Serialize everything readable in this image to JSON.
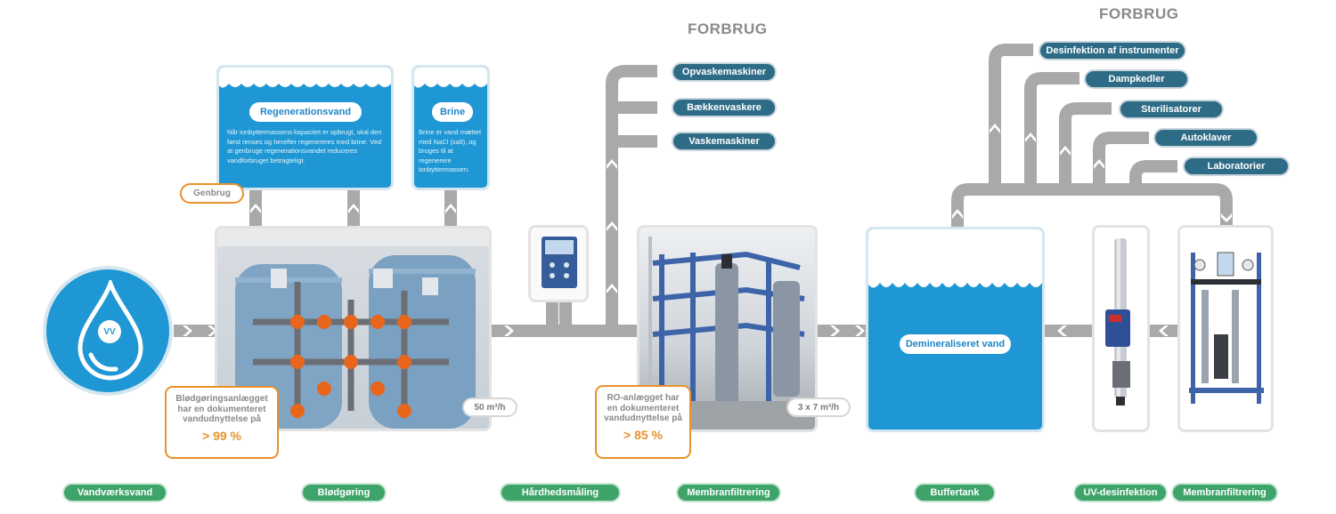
{
  "headings": {
    "forbrug_1": "FORBRUG",
    "forbrug_2": "FORBRUG"
  },
  "source": {
    "badge": "VV"
  },
  "regeneration": {
    "title": "Regenerationsvand",
    "text": "Når ionbyttermassens kapacitet er opbrugt, skal den først renses og herefter regenereres med brine. Ved at genbruge regenerationsvandet reduceres vandforbruget betragteligt."
  },
  "brine": {
    "title": "Brine",
    "text": "Brine er vand mættet med NaCl (salt), og bruges til at regenerere ionbyttermassen."
  },
  "genbrug": "Genbrug",
  "softening_callout": {
    "text": "Blødgøringsanlægget har en dokumenteret vandudnyttelse på",
    "value": "> 99 %"
  },
  "softening_flow": "50 m³/h",
  "ro_callout": {
    "text": "RO-anlægget har en dokumenteret vandudnyttelse på",
    "value": "> 85 %"
  },
  "ro_flow": "3 x 7 m³/h",
  "tank_label": "Demineraliseret vand",
  "consumers_1": [
    "Opvaskemaskiner",
    "Bækkenvaskere",
    "Vaskemaskiner"
  ],
  "consumers_2": [
    "Desinfektion af instrumenter",
    "Dampkedler",
    "Sterilisatorer",
    "Autoklaver",
    "Laboratorier"
  ],
  "steps": [
    "Vandværksvand",
    "Blødgøring",
    "Hårdhedsmåling",
    "Membranfiltrering",
    "Buffertank",
    "UV-desinfektion",
    "Membranfiltrering"
  ],
  "colors": {
    "blue": "#1f97d4",
    "pipe": "#a7a7a7",
    "dark_teal": "#2e6b86",
    "green": "#3fa46a",
    "orange": "#e9912b"
  }
}
